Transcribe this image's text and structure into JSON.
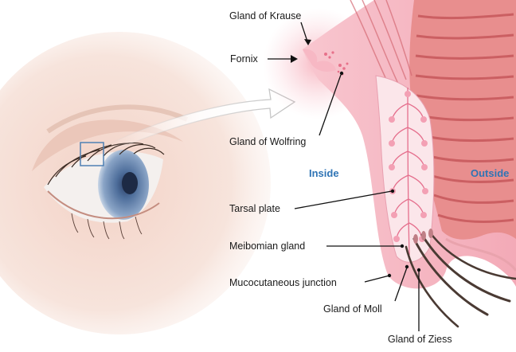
{
  "labels": {
    "gland_of_krause": "Gland of Krause",
    "fornix": "Fornix",
    "gland_of_wolfring": "Gland of Wolfring",
    "tarsal_plate": "Tarsal plate",
    "meibomian_gland": "Meibomian gland",
    "mucocutaneous_junction": "Mucocutaneous junction",
    "gland_of_moll": "Gland of Moll",
    "gland_of_ziess": "Gland of Ziess"
  },
  "sides": {
    "inside": "Inside",
    "outside": "Outside"
  },
  "colors": {
    "side_label": "#2f74b5",
    "tissue_pink": "#f4b6c0",
    "muscle_red": "#e07c7c",
    "skin": "#f3d9cf",
    "iris": "#5d7fa8",
    "arrow_outline": "#c9c9c9",
    "leader_line": "#111111"
  }
}
